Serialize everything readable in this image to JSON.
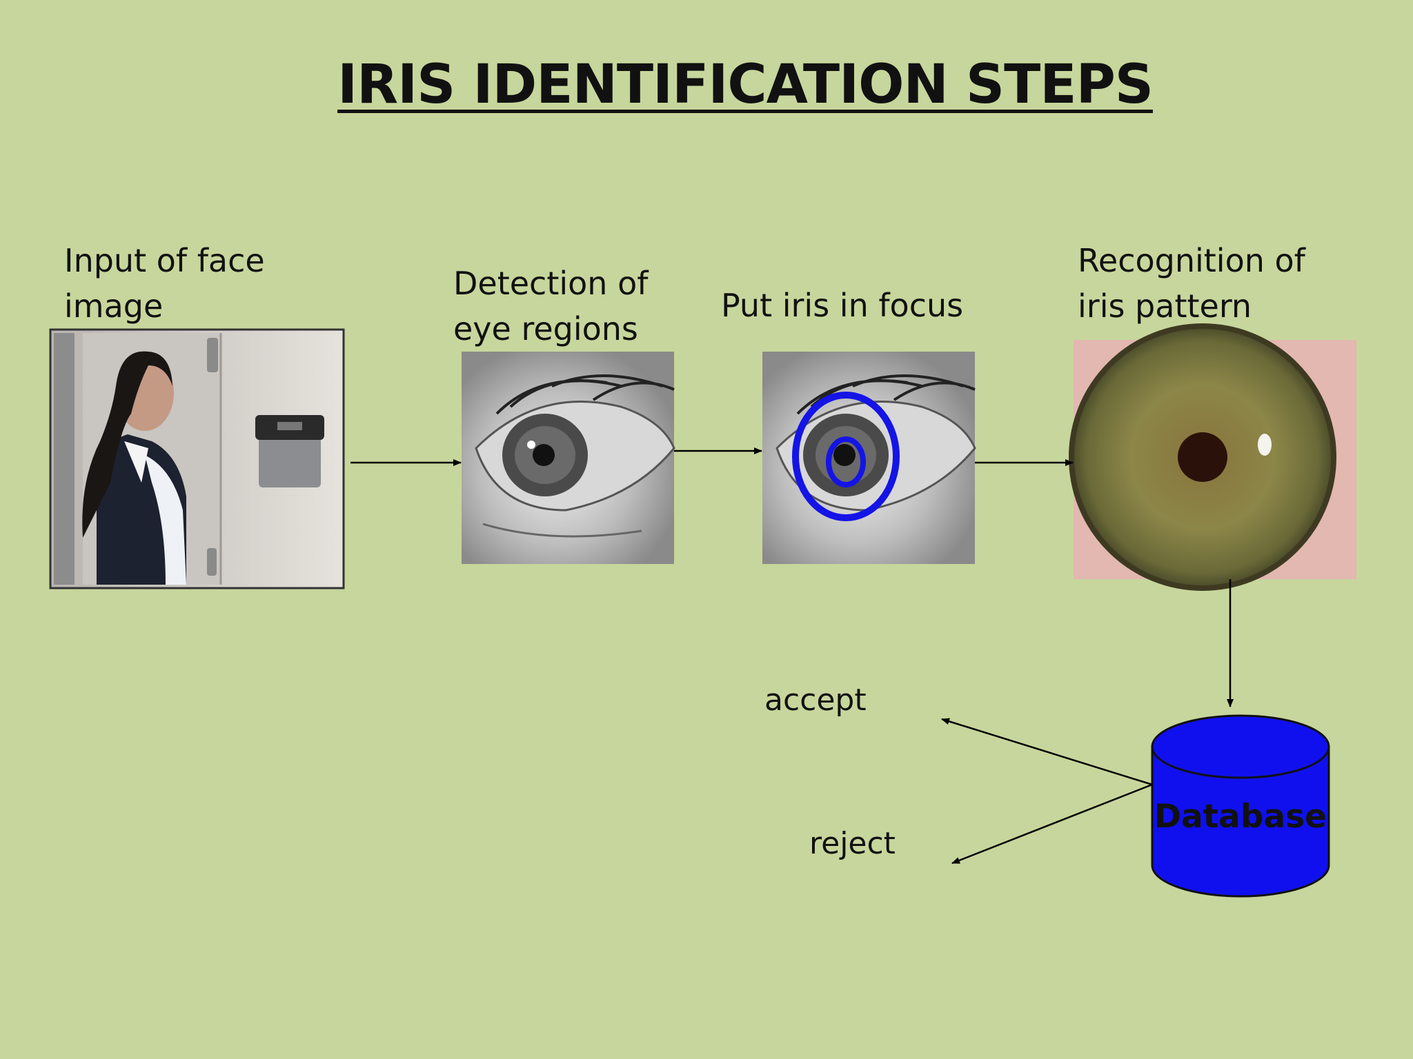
{
  "title": "IRIS IDENTIFICATION STEPS",
  "steps": [
    {
      "line1": "Input of face",
      "line2": "image"
    },
    {
      "line1": "Detection of",
      "line2": "eye regions"
    },
    {
      "line1": "Put iris in focus",
      "line2": ""
    },
    {
      "line1": "Recognition of",
      "line2": "iris pattern"
    }
  ],
  "database_label": "Database",
  "outcomes": {
    "accept": "accept",
    "reject": "reject"
  },
  "colors": {
    "background": "#c7d69c",
    "database_fill": "#1010ee",
    "focus_rings": "#1414e6"
  }
}
